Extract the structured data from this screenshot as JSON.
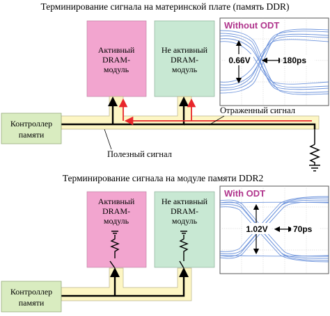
{
  "top": {
    "title": "Терминирование сигнала на материнской плате (память DDR)",
    "controller_line1": "Контроллер",
    "controller_line2": "памяти",
    "active_dram_line1": "Активный",
    "active_dram_line2": "DRAM-",
    "active_dram_line3": "модуль",
    "inactive_dram_line1": "Не активный",
    "inactive_dram_line2": "DRAM-",
    "inactive_dram_line3": "модуль",
    "reflected_signal_label": "Отраженный сигнал",
    "useful_signal_label": "Полезный сигнал",
    "eye": {
      "title": "Without ODT",
      "voltage": "0.66V",
      "time": "180ps"
    }
  },
  "bottom": {
    "title": "Терминирование сигнала на модуле памяти DDR2",
    "controller_line1": "Контроллер",
    "controller_line2": "памяти",
    "active_dram_line1": "Активный",
    "active_dram_line2": "DRAM-",
    "active_dram_line3": "модуль",
    "inactive_dram_line1": "Не активный",
    "inactive_dram_line2": "DRAM-",
    "inactive_dram_line3": "модуль",
    "eye": {
      "title": "With ODT",
      "voltage": "1.02V",
      "time": "70ps"
    }
  },
  "colors": {
    "active_module": "#f2a5cf",
    "inactive_module": "#c8e8d3",
    "controller": "#d9ecc0",
    "signal_band": "#fdf6c4",
    "eye_title": "#b0348c",
    "eye_trace": "#3c6fd0",
    "reflection_arrow": "#e8262b"
  }
}
